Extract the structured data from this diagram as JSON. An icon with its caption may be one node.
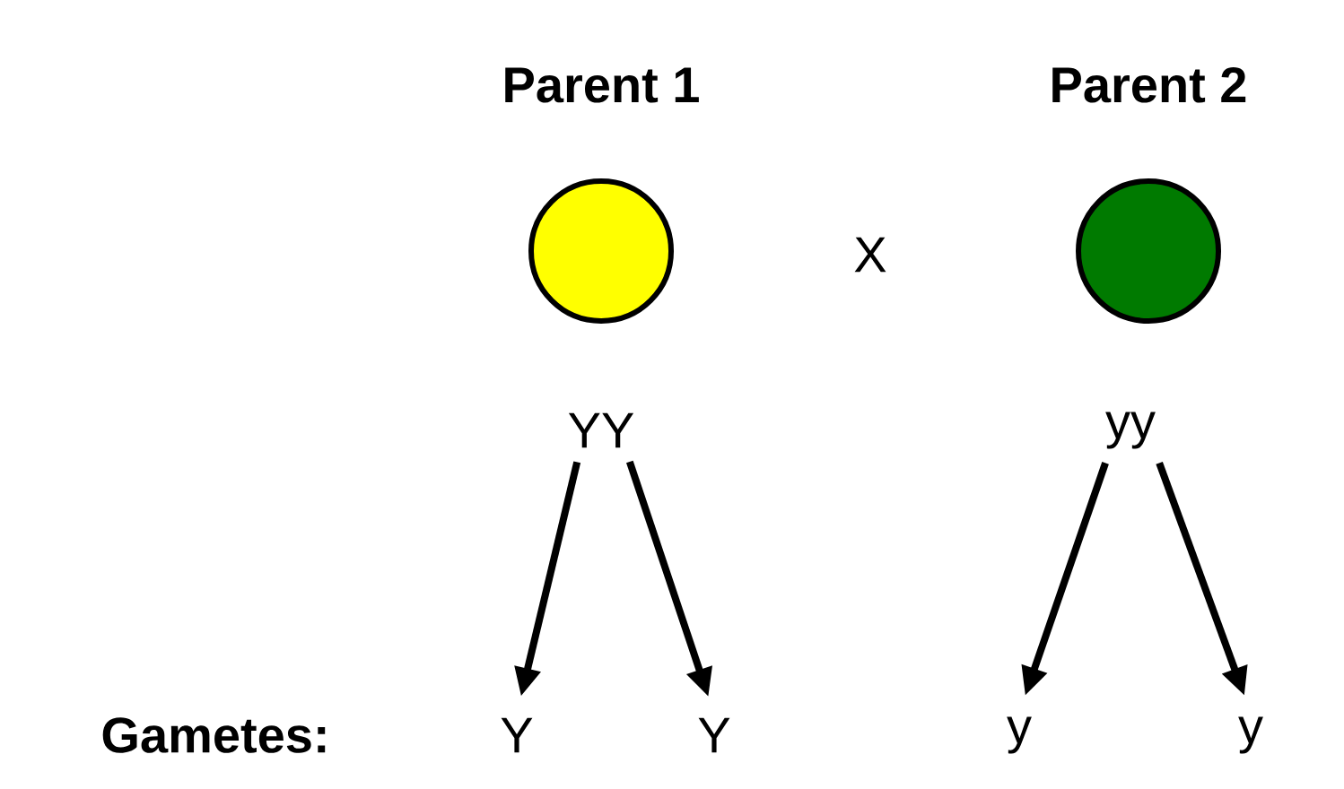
{
  "diagram": {
    "nodes": [
      {
        "text": [
          "Parent 1"
        ]
      },
      {
        "text": [
          "Parent 2"
        ]
      },
      {
        "text": [
          "YY"
        ]
      },
      {
        "text": [
          "yy"
        ]
      },
      {
        "text": [
          "Y"
        ]
      },
      {
        "text": [
          "Y"
        ]
      },
      {
        "text": [
          "y"
        ]
      },
      {
        "text": [
          "y"
        ]
      }
    ],
    "edges": [
      {
        "from": 2,
        "to": 4,
        "arrow": "to"
      },
      {
        "from": 2,
        "to": 5,
        "arrow": "to"
      },
      {
        "from": 3,
        "to": 6,
        "arrow": "to"
      },
      {
        "from": 3,
        "to": 7,
        "arrow": "to"
      }
    ],
    "labels": [
      "X",
      "Gametes:"
    ]
  }
}
